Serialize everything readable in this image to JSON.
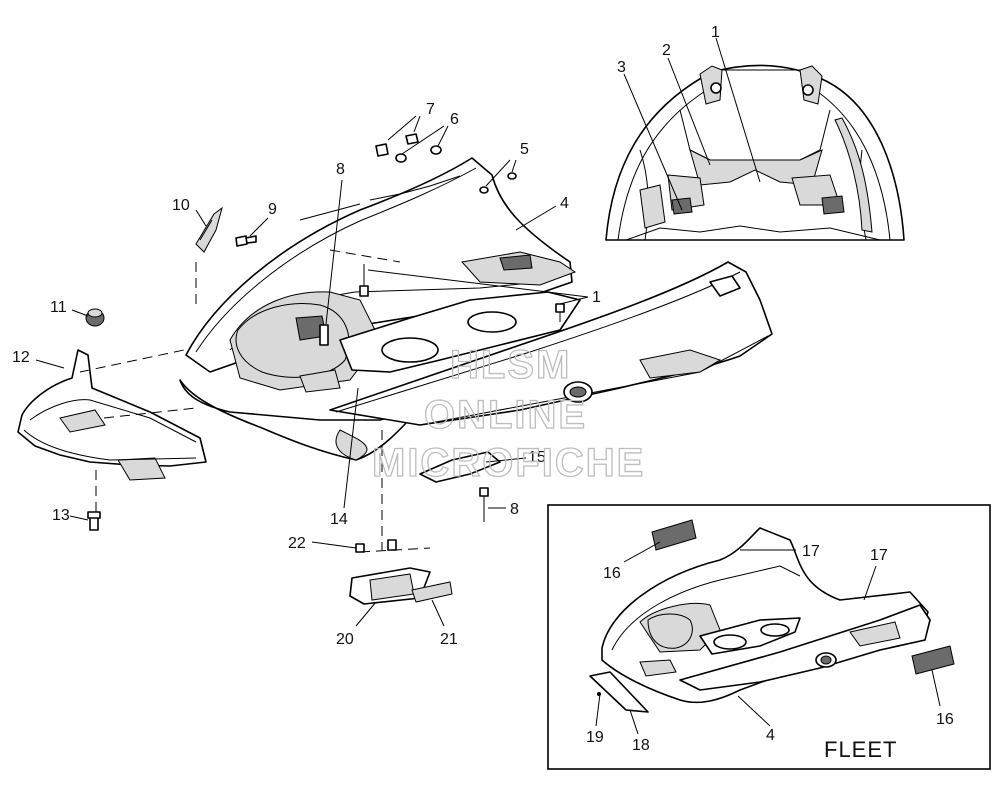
{
  "diagram": {
    "callouts": {
      "c1_top": "1",
      "c2_top": "2",
      "c3_top": "3",
      "c7": "7",
      "c6": "6",
      "c5": "5",
      "c4_main": "4",
      "c8_top": "8",
      "c10": "10",
      "c9": "9",
      "c1_main": "1",
      "c11": "11",
      "c12": "12",
      "c13": "13",
      "c14": "14",
      "c15": "15",
      "c8_bottom": "8",
      "c22": "22",
      "c20": "20",
      "c21": "21",
      "c16_left": "16",
      "c17_left": "17",
      "c17_right": "17",
      "c16_right": "16",
      "c19": "19",
      "c18": "18",
      "c4_fleet": "4"
    },
    "fleet_label": "FLEET",
    "watermark": {
      "line1": "HLSM",
      "line2": "ONLINE",
      "line3": "MICROFICHE"
    }
  }
}
